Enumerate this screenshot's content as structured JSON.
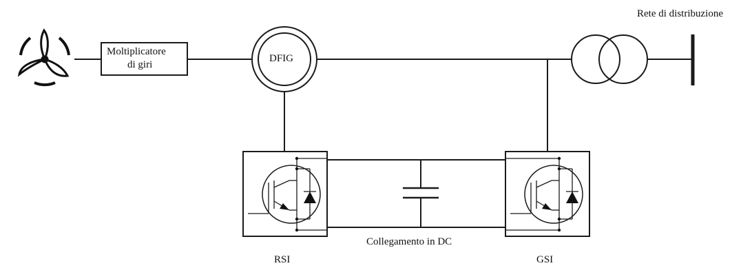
{
  "labels": {
    "moltiplicatore_line1": "Moltiplicatore",
    "moltiplicatore_line2": "di giri",
    "dfig": "DFIG",
    "rete": "Rete di distribuzione",
    "dc_link": "Collegamento in DC",
    "rsi": "RSI",
    "gsi": "GSI"
  }
}
